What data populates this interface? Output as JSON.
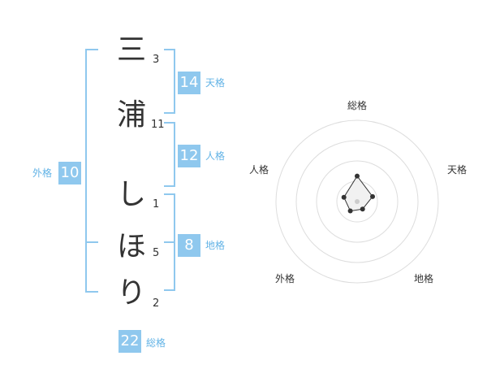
{
  "name": {
    "characters": [
      {
        "char": "三",
        "strokes": "3"
      },
      {
        "char": "浦",
        "strokes": "11"
      },
      {
        "char": "し",
        "strokes": "1"
      },
      {
        "char": "ほ",
        "strokes": "5"
      },
      {
        "char": "り",
        "strokes": "2"
      }
    ]
  },
  "fortunes": {
    "tenkaku": {
      "value": "14",
      "label": "天格"
    },
    "jinkaku": {
      "value": "12",
      "label": "人格"
    },
    "chikaku": {
      "value": "8",
      "label": "地格"
    },
    "gaikaku": {
      "value": "10",
      "label": "外格"
    },
    "soukaku": {
      "value": "22",
      "label": "総格"
    }
  },
  "radar": {
    "axes": [
      "総格",
      "天格",
      "地格",
      "外格",
      "人格"
    ],
    "values": [
      22,
      14,
      8,
      10,
      12
    ],
    "max_value": 70,
    "ring_count": 4,
    "colors": {
      "ring": "#dddddd",
      "fill": "#eeeeee",
      "stroke": "#333333",
      "point": "#333333"
    }
  },
  "colors": {
    "accent": "#8fc8ee",
    "label_accent": "#62b3e6",
    "text": "#333333"
  }
}
